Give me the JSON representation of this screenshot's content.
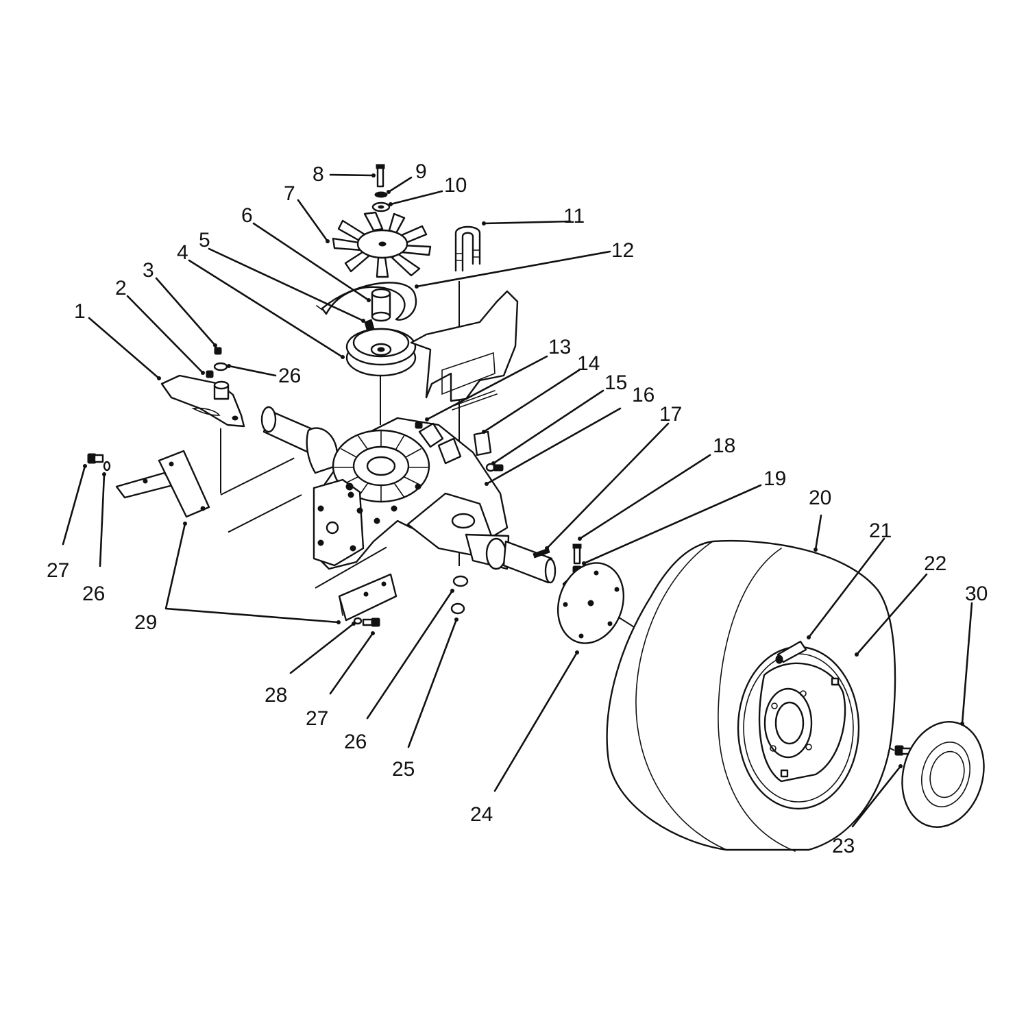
{
  "diagram": {
    "callouts": [
      {
        "id": "c1",
        "label": "1"
      },
      {
        "id": "c2",
        "label": "2"
      },
      {
        "id": "c3",
        "label": "3"
      },
      {
        "id": "c4",
        "label": "4"
      },
      {
        "id": "c5",
        "label": "5"
      },
      {
        "id": "c6",
        "label": "6"
      },
      {
        "id": "c7",
        "label": "7"
      },
      {
        "id": "c8",
        "label": "8"
      },
      {
        "id": "c9",
        "label": "9"
      },
      {
        "id": "c10",
        "label": "10"
      },
      {
        "id": "c11",
        "label": "11"
      },
      {
        "id": "c12",
        "label": "12"
      },
      {
        "id": "c13",
        "label": "13"
      },
      {
        "id": "c14",
        "label": "14"
      },
      {
        "id": "c15",
        "label": "15"
      },
      {
        "id": "c16",
        "label": "16"
      },
      {
        "id": "c17",
        "label": "17"
      },
      {
        "id": "c18",
        "label": "18"
      },
      {
        "id": "c19",
        "label": "19"
      },
      {
        "id": "c20",
        "label": "20"
      },
      {
        "id": "c21",
        "label": "21"
      },
      {
        "id": "c22",
        "label": "22"
      },
      {
        "id": "c23",
        "label": "23"
      },
      {
        "id": "c24",
        "label": "24"
      },
      {
        "id": "c25",
        "label": "25"
      },
      {
        "id": "c26a",
        "label": "26"
      },
      {
        "id": "c26b",
        "label": "26"
      },
      {
        "id": "c26c",
        "label": "26"
      },
      {
        "id": "c27a",
        "label": "27"
      },
      {
        "id": "c27b",
        "label": "27"
      },
      {
        "id": "c28",
        "label": "28"
      },
      {
        "id": "c29",
        "label": "29"
      },
      {
        "id": "c30",
        "label": "30"
      }
    ]
  }
}
